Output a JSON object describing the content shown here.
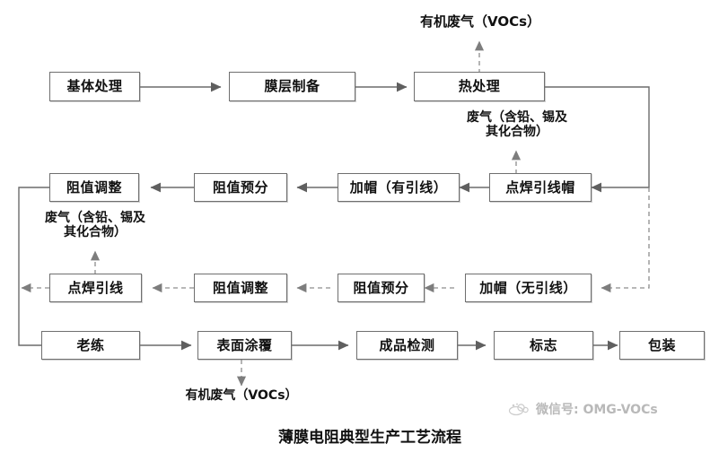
{
  "diagram": {
    "caption": "薄膜电阻典型生产工艺流程",
    "colors": {
      "box_border": "#6f6f6f",
      "line": "#6b6b6b",
      "dashed_line": "#8d8d8d",
      "text": "#111111",
      "watermark": "#b9b9b9",
      "background": "#ffffff"
    },
    "rows": [
      {
        "name": "row-1-main-process",
        "nodes": [
          {
            "id": "substrate-treatment",
            "label": "基体处理"
          },
          {
            "id": "film-preparation",
            "label": "膜层制备"
          },
          {
            "id": "heat-treatment",
            "label": "热处理"
          }
        ]
      },
      {
        "name": "row-2-leaded",
        "nodes": [
          {
            "id": "resistance-adjust-leaded",
            "label": "阻值调整"
          },
          {
            "id": "resistance-pre-divide-leaded",
            "label": "阻值预分"
          },
          {
            "id": "capping-leaded",
            "label": "加帽（有引线）"
          },
          {
            "id": "spot-weld-lead-cap",
            "label": "点焊引线帽"
          }
        ]
      },
      {
        "name": "row-3-leadless",
        "nodes": [
          {
            "id": "spot-weld-lead",
            "label": "点焊引线"
          },
          {
            "id": "resistance-adjust-leadless",
            "label": "阻值调整"
          },
          {
            "id": "resistance-pre-divide-leadless",
            "label": "阻值预分"
          },
          {
            "id": "capping-leadless",
            "label": "加帽（无引线）"
          }
        ]
      },
      {
        "name": "row-4-finishing",
        "nodes": [
          {
            "id": "aging",
            "label": "老练"
          },
          {
            "id": "surface-coating",
            "label": "表面涂覆"
          },
          {
            "id": "product-inspection",
            "label": "成品检测"
          },
          {
            "id": "marking",
            "label": "标志"
          },
          {
            "id": "packaging",
            "label": "包装"
          }
        ]
      }
    ],
    "emission_labels": [
      {
        "id": "voc-heat-treatment",
        "line1": "有机废气（VOCs）",
        "line2": ""
      },
      {
        "id": "waste-gas-lead-tin-right",
        "line1": "废气（含铅、锡及",
        "line2": "其化合物）"
      },
      {
        "id": "waste-gas-lead-tin-left",
        "line1": "废气（含铅、锡及",
        "line2": "其化合物）"
      },
      {
        "id": "voc-surface-coating",
        "line1": "有机废气（VOCs）",
        "line2": ""
      }
    ],
    "watermark": {
      "icon": "cloud-icon",
      "text": "微信号: OMG-VOCs"
    }
  }
}
